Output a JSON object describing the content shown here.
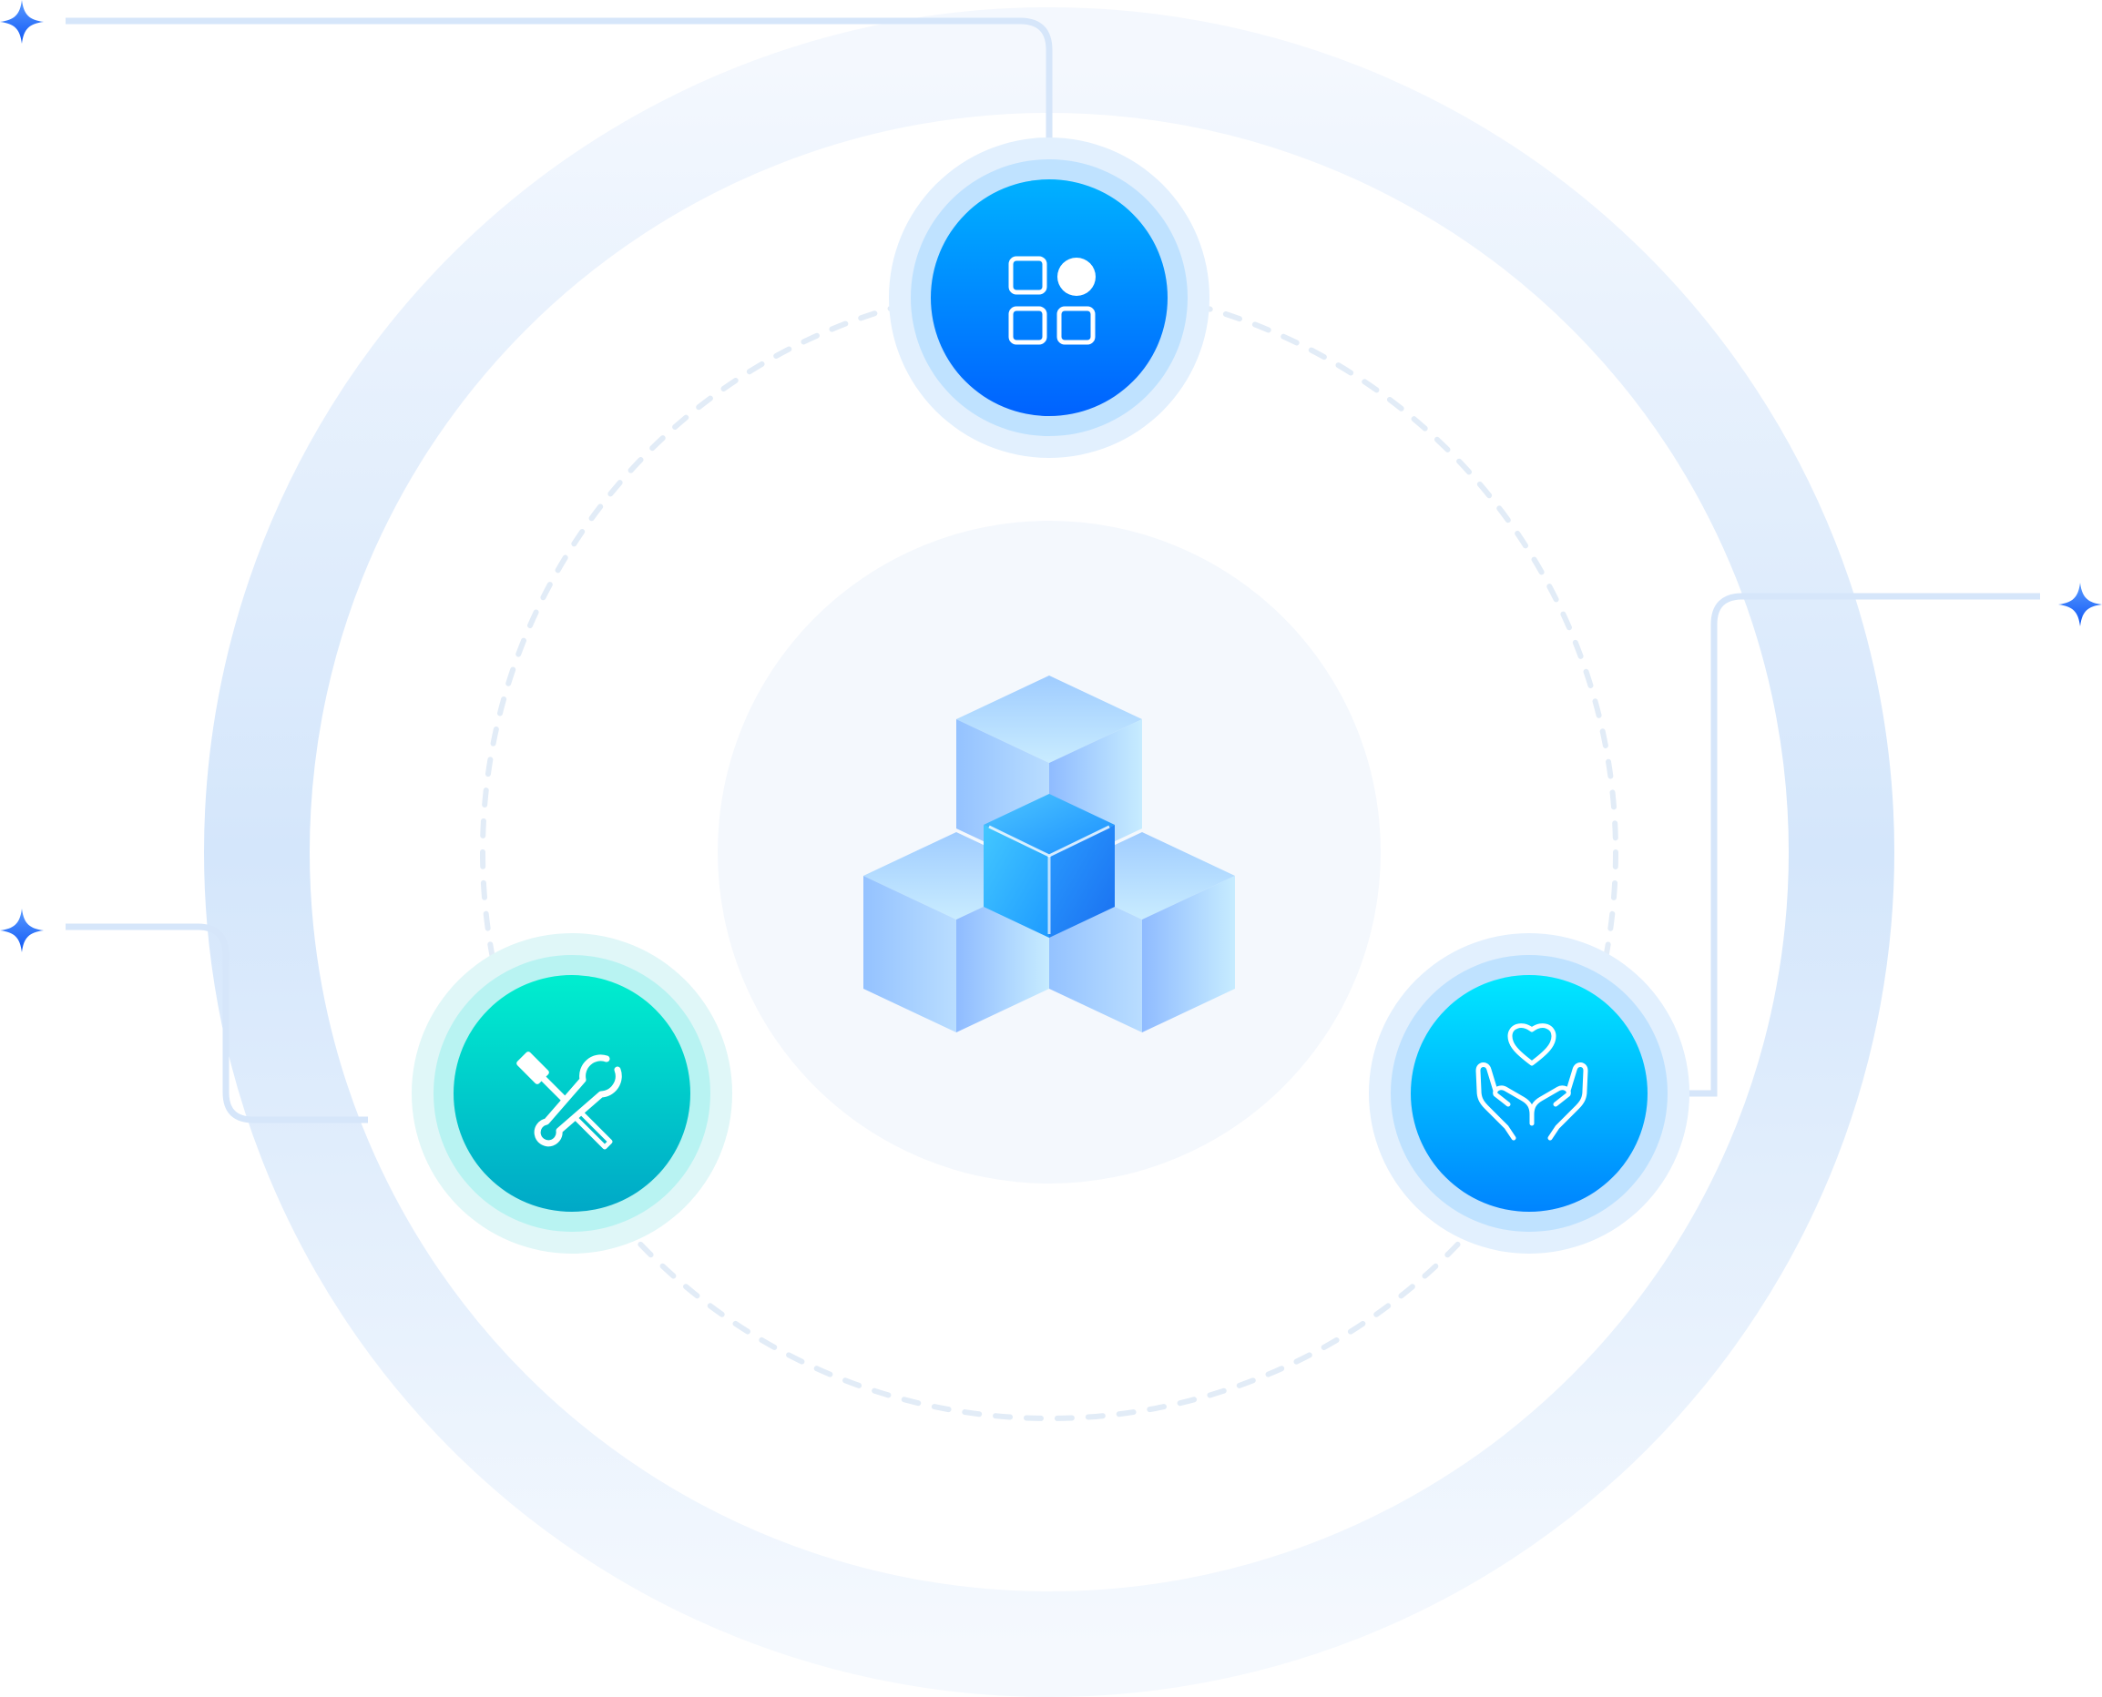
{
  "diagram": {
    "center_icon": "stacked-cubes-icon",
    "nodes": [
      {
        "id": "top",
        "icon": "app-grid-icon",
        "gradient": [
          "#00B1FF",
          "#0062FF"
        ],
        "halo": "#BFE2FF"
      },
      {
        "id": "left",
        "icon": "tools-icon",
        "gradient": [
          "#00EECF",
          "#00A8C7"
        ],
        "halo": "#B8F3F2"
      },
      {
        "id": "right",
        "icon": "care-hands-icon",
        "gradient": [
          "#00E6FF",
          "#0086FF"
        ],
        "halo": "#BFE2FF"
      }
    ],
    "connectors": [
      "top",
      "right",
      "left"
    ],
    "sparkles": [
      "sparkle-top-left",
      "sparkle-right",
      "sparkle-left"
    ]
  },
  "colors": {
    "ring": "#CFE3FB",
    "dashed_orbit": "#E2ECF7",
    "center_disc": "#F4F8FD",
    "connector": "#D6E6FA",
    "sparkle": "#1F68FF",
    "cube_light": "#BFE6FF",
    "cube_mid": "#8EC0FF",
    "cube_core": "#2A9BFF"
  }
}
